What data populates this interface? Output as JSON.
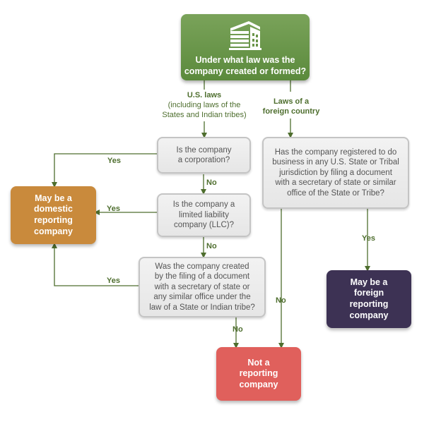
{
  "top": {
    "question": [
      "Under what law was the",
      "company created or formed?"
    ],
    "icon": "building-icon"
  },
  "branches": {
    "us_laws": {
      "title": "U.S. laws",
      "detail": [
        "(including laws of the",
        "States and Indian tribes)"
      ]
    },
    "foreign_laws": {
      "title": [
        "Laws of a",
        "foreign country"
      ]
    }
  },
  "questions": {
    "corporation": [
      "Is  the company",
      "a corporation?"
    ],
    "llc": [
      "Is the company a",
      "limited liability",
      "company (LLC)?"
    ],
    "filing": [
      "Was the company created",
      "by the filing of a document",
      "with a secretary of state or",
      "any similar office under the",
      "law of a State or Indian tribe?"
    ],
    "registered": [
      "Has the company registered to do",
      "business in any U.S. State or Tribal",
      "jurisdiction by filing a document",
      "with a secretary of state or similar",
      "office of the State or Tribe?"
    ]
  },
  "results": {
    "domestic": {
      "text": [
        "May be a",
        "domestic",
        "reporting",
        "company"
      ],
      "color": "#c98a3c"
    },
    "foreign": {
      "text": [
        "May be a",
        "foreign",
        "reporting",
        "company"
      ],
      "color": "#3d3254"
    },
    "not_reporting": {
      "text": [
        "Not a",
        "reporting",
        "company"
      ],
      "color": "#e0605c"
    }
  },
  "edge_labels": {
    "yes_corporation": "Yes",
    "yes_llc": "Yes",
    "yes_filing": "Yes",
    "yes_registered": "Yes",
    "no_corporation": "No",
    "no_llc": "No",
    "no_filing": "No",
    "no_registered": "No"
  },
  "colors": {
    "connector": "#4e6e2e",
    "top_box": "#6a9449",
    "label": "#4e6e2e"
  }
}
